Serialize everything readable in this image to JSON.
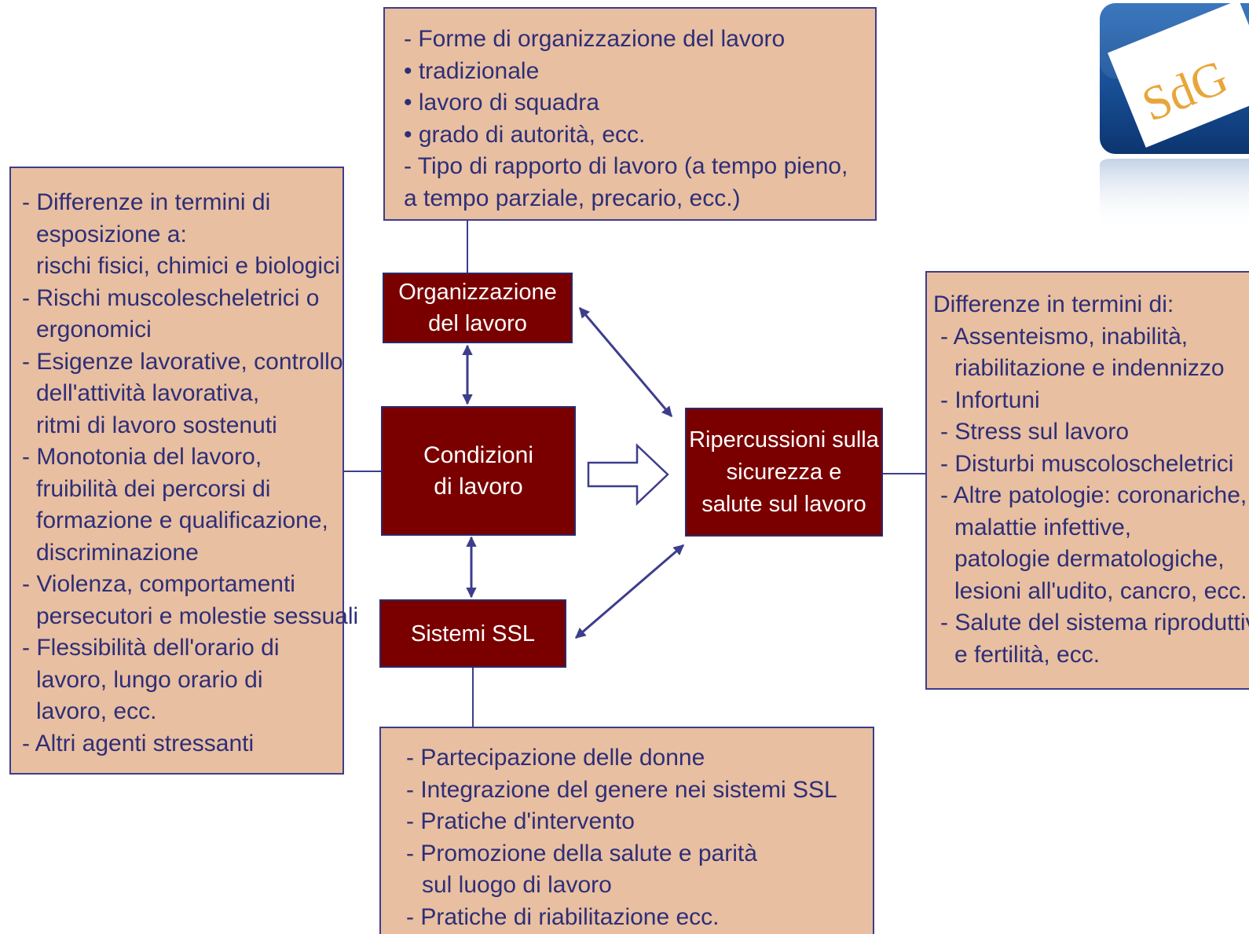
{
  "top_box": {
    "lines": [
      "- Forme di organizzazione del lavoro",
      "• tradizionale",
      "• lavoro di squadra",
      "• grado di autorità, ecc.",
      "- Tipo di rapporto di lavoro (a tempo pieno,",
      "a tempo parziale, precario, ecc.)"
    ]
  },
  "left_box": {
    "lines": [
      "- Differenze in termini di",
      "esposizione a:",
      "rischi fisici, chimici e biologici",
      "- Rischi muscolescheletrici o",
      "ergonomici",
      "- Esigenze lavorative, controllo",
      "dell'attività lavorativa,",
      "ritmi di lavoro sostenuti",
      "- Monotonia del lavoro,",
      "fruibilità dei percorsi di",
      "formazione e qualificazione,",
      "discriminazione",
      "- Violenza, comportamenti",
      "persecutori e molestie sessuali",
      "- Flessibilità dell'orario di",
      "lavoro, lungo orario di",
      "lavoro, ecc.",
      "- Altri agenti stressanti"
    ]
  },
  "right_box": {
    "lines": [
      "Differenze in termini di:",
      "- Assenteismo, inabilità,",
      "riabilitazione e indennizzo",
      "- Infortuni",
      "- Stress sul lavoro",
      "- Disturbi muscoloscheletrici",
      "- Altre patologie: coronariche,",
      "malattie infettive,",
      "patologie dermatologiche,",
      "lesioni all'udito, cancro, ecc.",
      "- Salute del sistema riproduttivo",
      "e fertilità, ecc."
    ]
  },
  "bottom_box": {
    "lines": [
      "- Partecipazione delle donne",
      "- Integrazione del genere nei sistemi SSL",
      "- Pratiche d'intervento",
      "- Promozione della salute e parità",
      "sul luogo di lavoro",
      "- Pratiche di riabilitazione ecc."
    ]
  },
  "nodes": {
    "organizzazione": [
      "Organizzazione",
      "del lavoro"
    ],
    "condizioni": [
      "Condizioni",
      "di lavoro"
    ],
    "sistemi": [
      "Sistemi SSL"
    ],
    "ripercussioni": [
      "Ripercussioni sulla",
      "sicurezza e",
      "salute sul lavoro"
    ]
  },
  "logo": {
    "text": "SdG",
    "icon": "sdg-logo-icon"
  },
  "colors": {
    "box_fill": "#e8bfa0",
    "box_border": "#3d3d8c",
    "text": "#2e2e78",
    "node_fill": "#7a0000",
    "connector": "#3d3d8c"
  }
}
